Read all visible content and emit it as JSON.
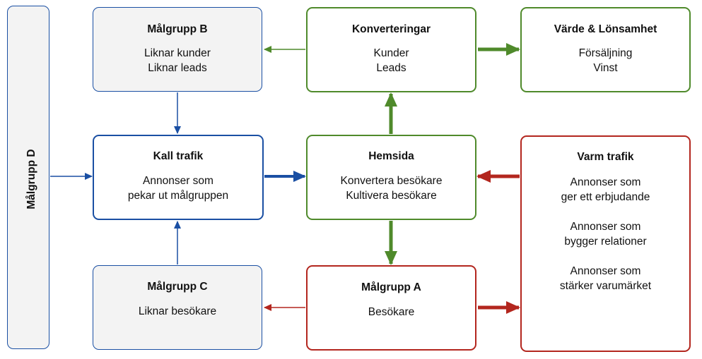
{
  "nodes": {
    "malgrupp_d": {
      "title": "Målgrupp D"
    },
    "malgrupp_b": {
      "title": "Målgrupp B",
      "lines": [
        "Liknar kunder",
        "Liknar leads"
      ]
    },
    "konverteringar": {
      "title": "Konverteringar",
      "lines": [
        "Kunder",
        "Leads"
      ]
    },
    "varde": {
      "title": "Värde & Lönsamhet",
      "lines": [
        "Försäljning",
        "Vinst"
      ]
    },
    "kall_trafik": {
      "title": "Kall trafik",
      "lines": [
        "Annonser som",
        "pekar ut målgruppen"
      ]
    },
    "hemsida": {
      "title": "Hemsida",
      "lines": [
        "Konvertera besökare",
        "Kultivera besökare"
      ]
    },
    "varm_trafik": {
      "title": "Varm trafik",
      "groups": [
        [
          "Annonser som",
          "ger ett erbjudande"
        ],
        [
          "Annonser som",
          "bygger relationer"
        ],
        [
          "Annonser som",
          "stärker varumärket"
        ]
      ]
    },
    "malgrupp_c": {
      "title": "Målgrupp C",
      "lines": [
        "Liknar besökare"
      ]
    },
    "malgrupp_a": {
      "title": "Målgrupp A",
      "lines": [
        "Besökare"
      ]
    }
  },
  "colors": {
    "blue": "#1a4fa3",
    "green": "#4f8a2b",
    "red": "#b3261e",
    "gray_fill": "#f3f3f3"
  }
}
